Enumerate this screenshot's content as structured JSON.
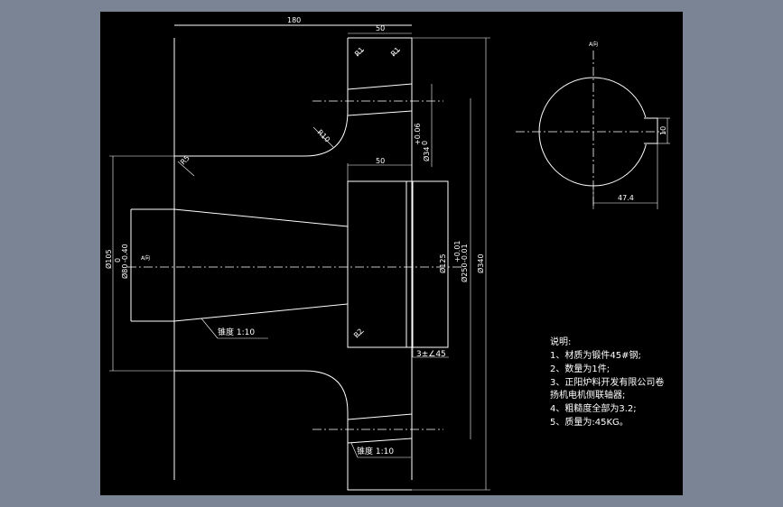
{
  "colors": {
    "background": "#7b8494",
    "paper": "#000000",
    "lines": "#ffffff"
  },
  "dims": {
    "d180": "180",
    "d50_top": "50",
    "r1": "R1",
    "r2": "R1",
    "r10": "R10",
    "r5": "R5",
    "d34": "Ø34",
    "d34_tol_up": "+0.06",
    "d34_tol_lo": "0",
    "d50_mid": "50",
    "d105": "Ø105",
    "d80": "Ø80",
    "d80_tol_up": "0",
    "d80_tol_lo": "-0.40",
    "label_a": "A向",
    "d125": "Ø125",
    "d250": "Ø250",
    "d250_tol_up": "+0.01",
    "d250_tol_lo": "-0.01",
    "d340": "Ø340",
    "taper1": "锥度 1:10",
    "r2_bottom": "R2",
    "chamfer": "3±∠45",
    "taper2": "锥度 1:10",
    "view_label": "A向",
    "keyway_width": "10",
    "keyway_depth": "47.4"
  },
  "notes": {
    "title": "说明:",
    "line1": "1、材质为锻件45#钢;",
    "line2": "2、数量为1件;",
    "line3a": "3、正阳炉料开发有限公司卷",
    "line3b": "扬机电机侧联轴器;",
    "line4": "4、粗糙度全部为3.2;",
    "line5": "5、质量为:45KG。"
  }
}
